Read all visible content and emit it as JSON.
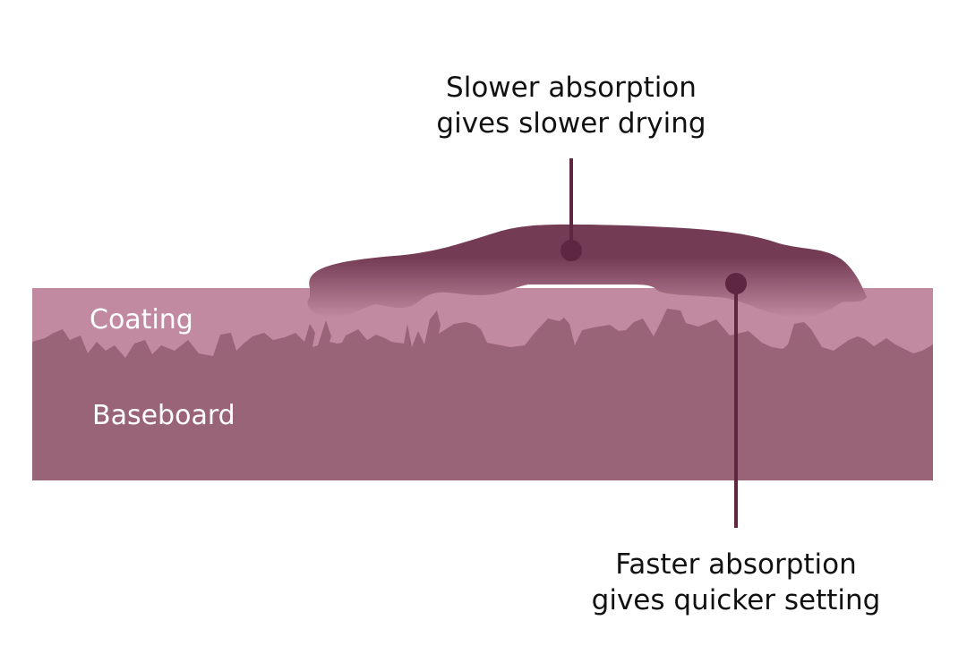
{
  "labels": {
    "coating": "Coating",
    "baseboard": "Baseboard",
    "slow": [
      "Slower absorption",
      "gives slower drying"
    ],
    "fast": [
      "Faster absorption",
      "gives quicker setting"
    ]
  },
  "colors": {
    "coating": "#c28aa0",
    "baseboard": "#9a6478",
    "ink_top": "#743b55",
    "pointer": "#5e2640"
  }
}
